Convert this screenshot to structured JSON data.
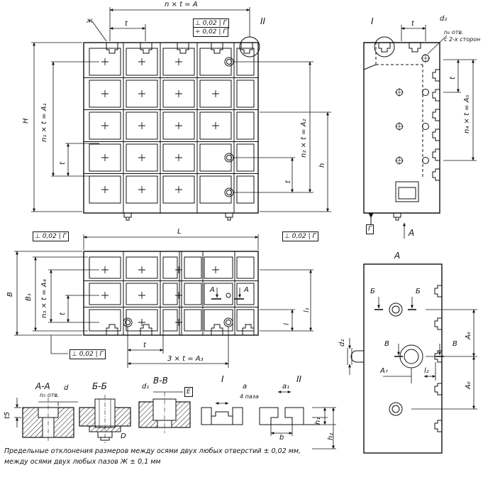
{
  "views": {
    "top_dim": "n × t = A",
    "zh": "ж",
    "t": "t",
    "roman_1": "I",
    "roman_2": "II",
    "H": "H",
    "n1": "n₁ × t = A₁",
    "n2": "n₂ × t = A₂",
    "h": "h",
    "L": "L",
    "B": "B",
    "B1": "B₁",
    "n3": "n₃ × t = A₄",
    "l": "l",
    "l1": "l₁",
    "A3": "3 × t = A₃",
    "d2": "d₂",
    "n6": "n₆ отв.",
    "two_sides": "с 2-х сторон",
    "n4": "n₄ × t = A₅",
    "G": "Г",
    "A": "A",
    "view_A": "А",
    "B_rus": "Б",
    "V_rus": "В",
    "A6": "A₆",
    "A7": "A₇",
    "l2": "l₂"
  },
  "tolerances": {
    "perp": "⊥",
    "par": "÷",
    "val": "0,02",
    "base": "Г"
  },
  "sections": {
    "aa": "А-А",
    "bb": "Б-Б",
    "vv": "В-В",
    "d": "d",
    "n5": "n₅ отв.",
    "t5": "t5",
    "d1": "d₁",
    "D": "D",
    "E": "Е",
    "I": "I",
    "II": "II",
    "a": "a",
    "slots4": "4 паза",
    "a1": "a₁",
    "b": "b",
    "h1": "h₁",
    "h2": "h₂"
  },
  "note": {
    "line1": "Предельные отклонения размеров между осями двух любых отверстий ± 0,02 мм,",
    "line2": "между осями двух любых пазов Ж ± 0,1 мм"
  }
}
